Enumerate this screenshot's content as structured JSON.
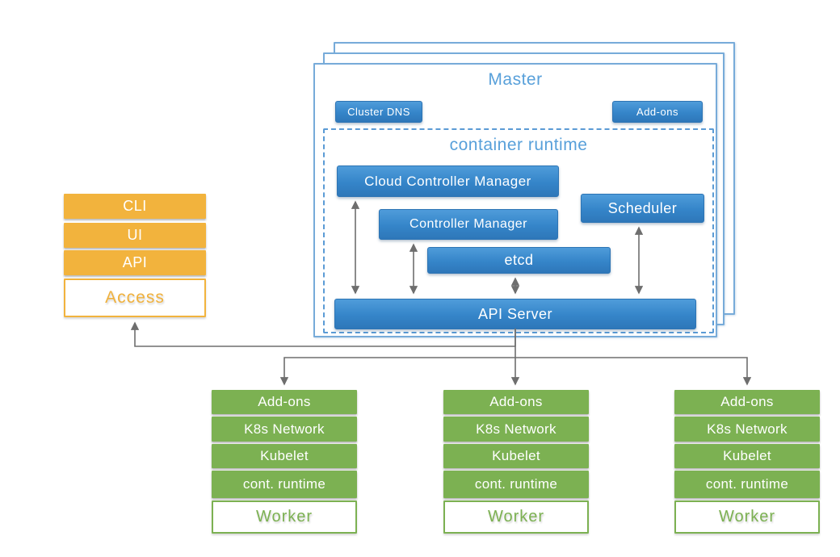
{
  "colors": {
    "node_blue": "#3585c9",
    "plate_border_blue": "#77abd9",
    "title_text_blue": "#58a0da",
    "access_orange": "#f2b33d",
    "worker_green": "#7cb152",
    "connector_gray": "#6e6e6e"
  },
  "master": {
    "title": "Master",
    "badges": {
      "cluster_dns": "Cluster DNS",
      "add_ons": "Add-ons"
    },
    "runtime": {
      "title": "container runtime",
      "cloud_controller_manager": "Cloud Controller Manager",
      "controller_manager": "Controller Manager",
      "scheduler": "Scheduler",
      "etcd": "etcd",
      "api_server": "API Server"
    }
  },
  "access": {
    "items": [
      "CLI",
      "UI",
      "API"
    ],
    "label": "Access"
  },
  "worker": {
    "rows": [
      "Add-ons",
      "K8s Network",
      "Kubelet",
      "cont. runtime"
    ],
    "label": "Worker"
  }
}
